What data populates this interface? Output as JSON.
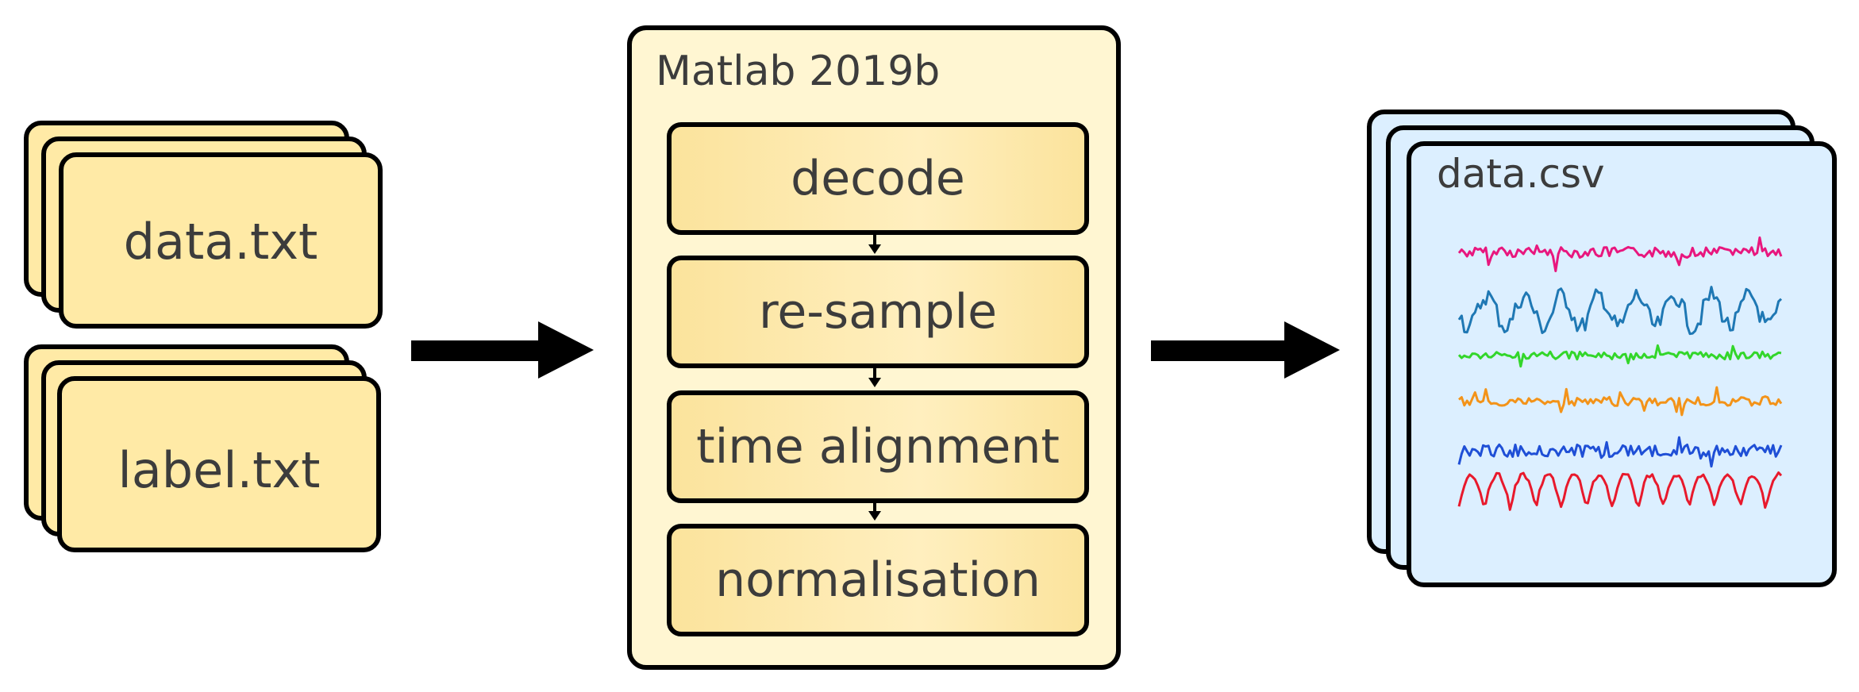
{
  "inputs": {
    "data_file": "data.txt",
    "label_file": "label.txt"
  },
  "process": {
    "title": "Matlab 2019b",
    "steps": [
      "decode",
      "re-sample",
      "time alignment",
      "normalisation"
    ]
  },
  "output": {
    "file": "data.csv",
    "signals": [
      {
        "color": "#e8177e"
      },
      {
        "color": "#1f78b4"
      },
      {
        "color": "#33d62a"
      },
      {
        "color": "#f39319"
      },
      {
        "color": "#1f4fd6"
      },
      {
        "color": "#e8192c"
      }
    ]
  },
  "colors": {
    "input_fill": "#ffeaa6",
    "panel_fill": "#fff6d2",
    "output_fill": "#dcefff",
    "outline": "#000000"
  }
}
